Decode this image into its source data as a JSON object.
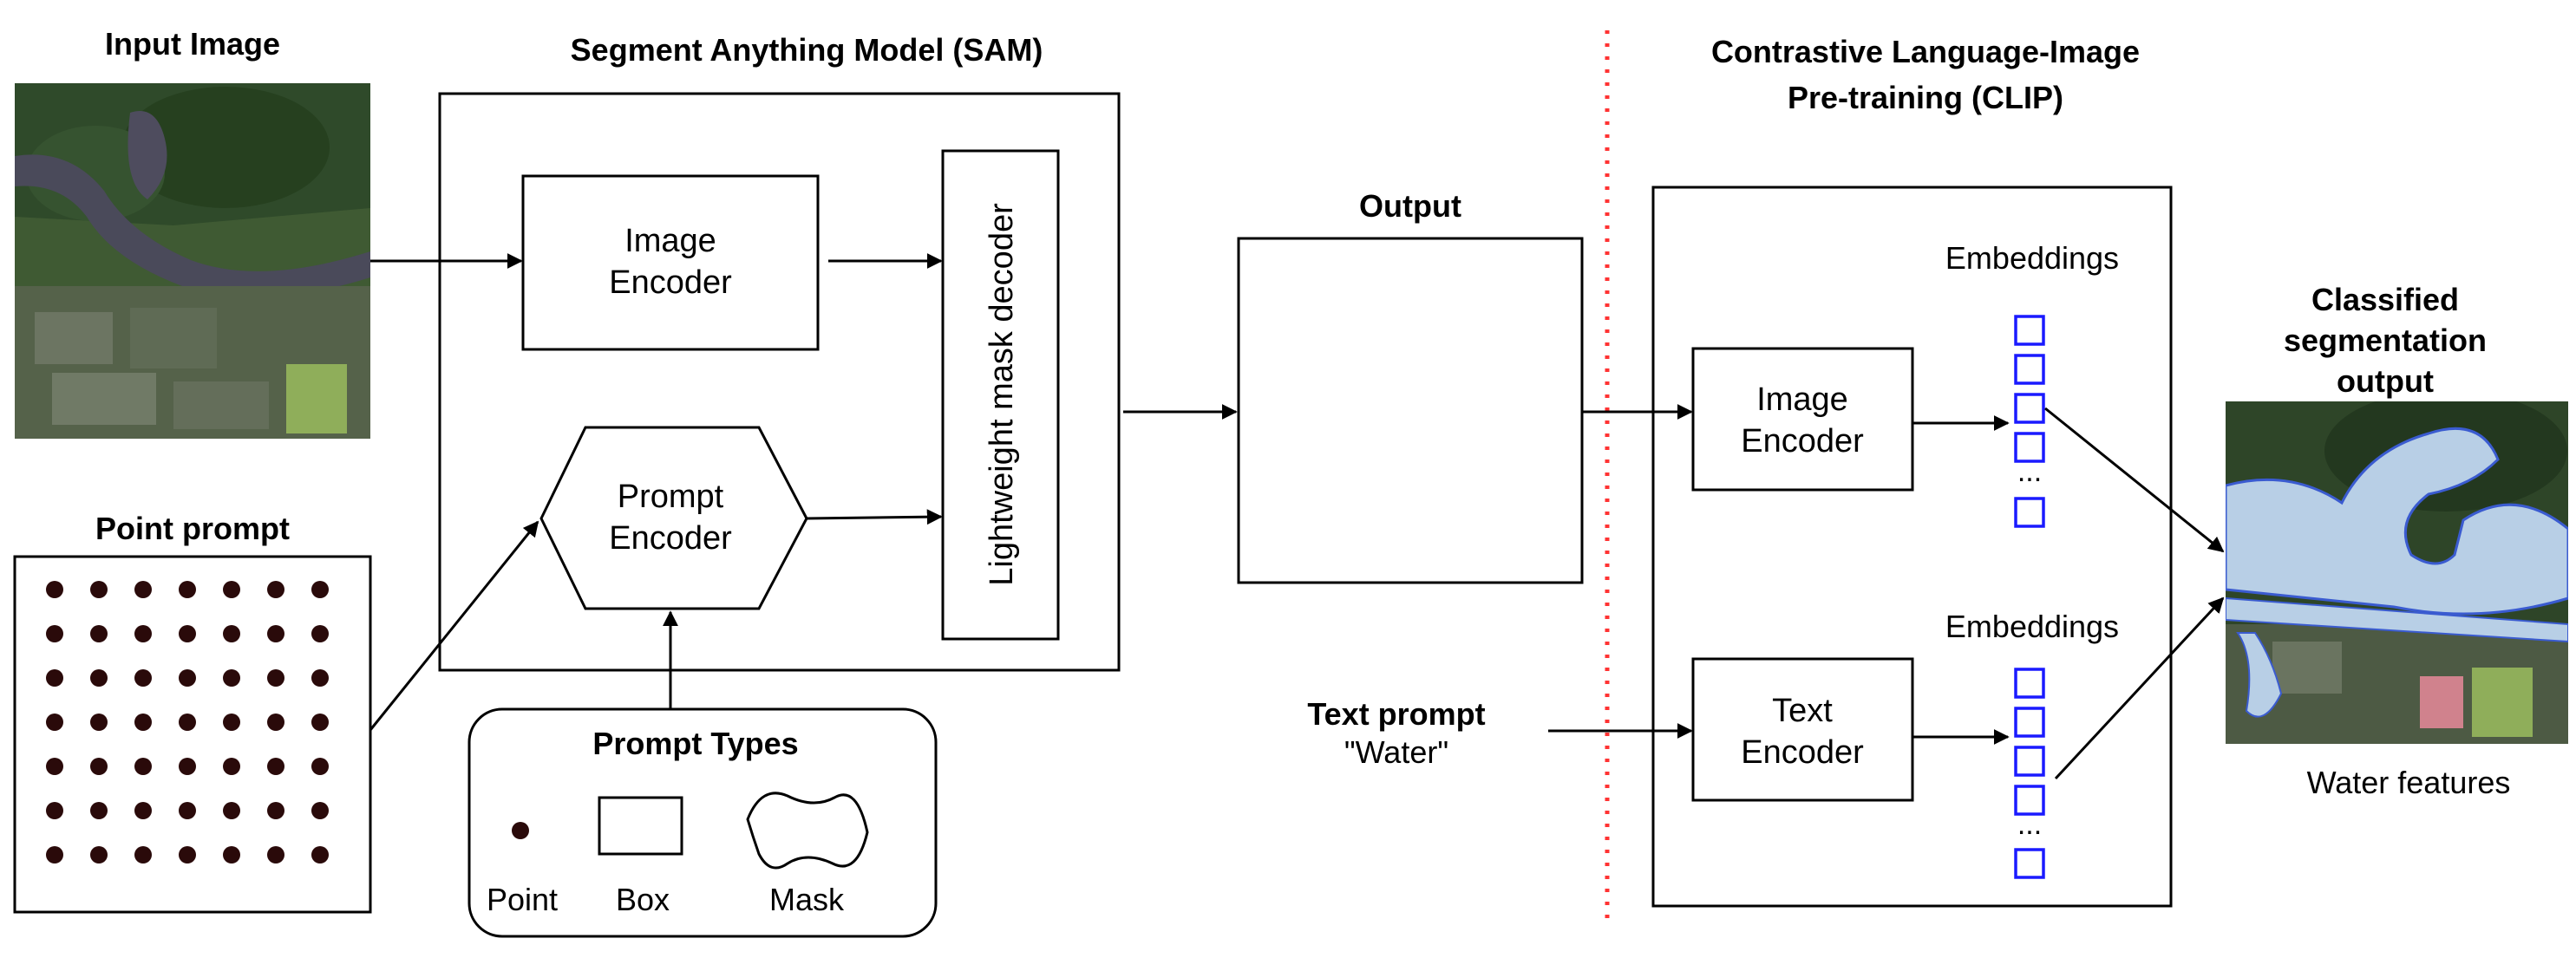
{
  "titles": {
    "input_image": "Input Image",
    "sam": "Segment Anything Model (SAM)",
    "output": "Output",
    "clip_line1": "Contrastive Language-Image",
    "clip_line2": "Pre-training (CLIP)",
    "classified_line1": "Classified",
    "classified_line2": "segmentation",
    "classified_line3": "output",
    "point_prompt": "Point prompt",
    "text_prompt": "Text prompt"
  },
  "sam": {
    "image_encoder_line1": "Image",
    "image_encoder_line2": "Encoder",
    "prompt_encoder_line1": "Prompt",
    "prompt_encoder_line2": "Encoder",
    "mask_decoder": "Lightweight mask decoder"
  },
  "prompt_types": {
    "title": "Prompt Types",
    "point": "Point",
    "box": "Box",
    "mask": "Mask"
  },
  "clip": {
    "image_encoder_line1": "Image",
    "image_encoder_line2": "Encoder",
    "text_encoder_line1": "Text",
    "text_encoder_line2": "Encoder",
    "embeddings_top": "Embeddings",
    "embeddings_bottom": "Embeddings",
    "ellipsis": "..."
  },
  "text_prompt_value": "\"Water\"",
  "result_caption": "Water features",
  "colors": {
    "divider": "#ff3333",
    "embedding": "#1a1aff",
    "water_mask": "#b8cfe6",
    "dot": "#2a0a0a"
  }
}
